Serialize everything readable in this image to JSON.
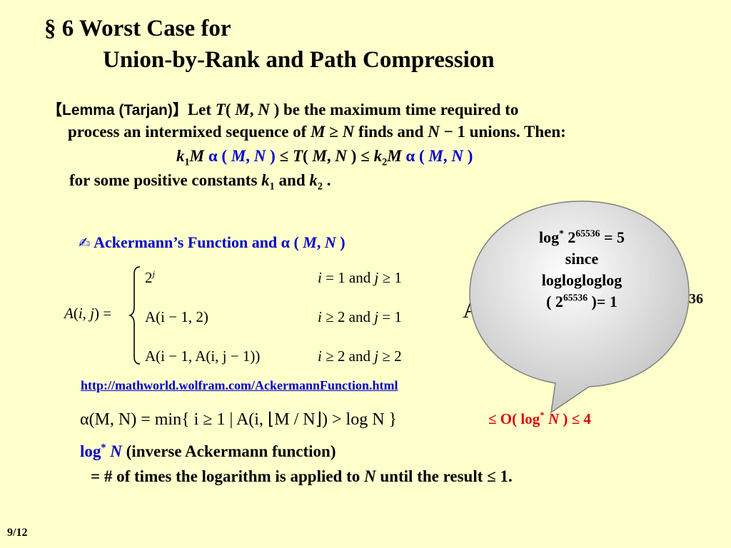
{
  "slide": {
    "title_line1": "§ 6  Worst Case for",
    "title_line2": "Union-by-Rank and Path Compression",
    "lemma_label": "【Lemma (Tarjan)】",
    "lemma_line1_a": "Let ",
    "lemma_T": "T",
    "lemma_line1_b": "( ",
    "lemma_M": "M",
    "lemma_line1_c": ", ",
    "lemma_N": "N",
    "lemma_line1_d": " ) be the maximum time required to",
    "lemma_line2_a": "process an intermixed sequence of ",
    "lemma_line2_M": "M",
    "lemma_line2_b": " ≥ ",
    "lemma_line2_N": "N",
    "lemma_line2_c": " finds and ",
    "lemma_line2_N2": "N",
    "lemma_line2_d": " − 1 unions.  Then:",
    "bound": {
      "k1": "k",
      "k1_sub": "1",
      "M1": "M",
      "alpha1": " α ( ",
      "alpha1_M": "M",
      "alpha1_sep": ", ",
      "alpha1_N": "N",
      "alpha1_close": " )",
      "leq1": " ≤ ",
      "T": "T",
      "T_open": "( ",
      "T_M": "M",
      "T_sep": ", ",
      "T_N": "N",
      "T_close": " )",
      "leq2": " ≤ ",
      "k2": "k",
      "k2_sub": "2",
      "M2": "M",
      "alpha2": " α ( ",
      "alpha2_M": "M",
      "alpha2_sep": ", ",
      "alpha2_N": "N",
      "alpha2_close": " )"
    },
    "constants_a": "for some positive constants ",
    "constants_k1": "k",
    "constants_k1_sub": "1",
    "constants_and": " and ",
    "constants_k2": "k",
    "constants_k2_sub": "2",
    "constants_end": " .",
    "ackermann_icon_glyph": "✍",
    "ackermann_heading_a": "Ackermann’s Function and ",
    "ackermann_heading_alpha": "α",
    "ackermann_heading_b": " ( ",
    "ackermann_heading_M": "M",
    "ackermann_heading_sep": ", ",
    "ackermann_heading_N": "N",
    "ackermann_heading_c": " )",
    "definition": {
      "lhs_A": "A",
      "lhs_open": "(",
      "lhs_i": "i",
      "lhs_sep": ", ",
      "lhs_j": "j",
      "lhs_close": ") =",
      "cases": [
        {
          "value_a": "2",
          "value_sup": "j",
          "value_b": "",
          "cond_i": "i",
          "cond_op1": " = 1  and  ",
          "cond_j": "j",
          "cond_op2": " ≥ 1"
        },
        {
          "value_a": "A(",
          "value_sup": "",
          "value_b": "i − 1, 2)",
          "cond_i": "i",
          "cond_op1": " ≥ 2  and  ",
          "cond_j": "j",
          "cond_op2": " = 1"
        },
        {
          "value_a": "A(",
          "value_sup": "",
          "value_b": "i − 1, A(i, j − 1))",
          "cond_i": "i",
          "cond_op1": " ≥ 2  and  ",
          "cond_j": "j",
          "cond_op2": " ≥ 2"
        }
      ]
    },
    "hidden_A_glyph": "A",
    "hidden_536": "536",
    "link": "http://mathworld.wolfram.com/AckermannFunction.html",
    "alpha_def": "α(M, N) = min{ i ≥ 1 | A(i, ⌊M / N⌋) > log N }",
    "alpha_bound_a": "≤ O( log",
    "alpha_bound_sup": "*",
    "alpha_bound_N": "N",
    "alpha_bound_b": " ) ≤  4",
    "logstar_a": "log",
    "logstar_sup": "*",
    "logstar_N": " N",
    "logstar_desc": " (inverse Ackermann function)",
    "logstar_line2_a": "= # of times the logarithm is applied to ",
    "logstar_line2_N": "N",
    "logstar_line2_b": " until the result ≤ 1.",
    "page_number": "9/12"
  },
  "callout": {
    "line1_a": "log",
    "line1_sup": "*",
    "line1_b": " 2",
    "line1_exp": "65536",
    "line1_c": " = 5",
    "line2": "since",
    "line3": "loglogloglog",
    "line4_a": "( 2",
    "line4_exp": "65536",
    "line4_b": " )= 1"
  },
  "colors": {
    "background": "#FFFFCC",
    "accent_blue": "#0000CC",
    "accent_red": "#E00000",
    "callout_fill": "#D9D9D9"
  }
}
